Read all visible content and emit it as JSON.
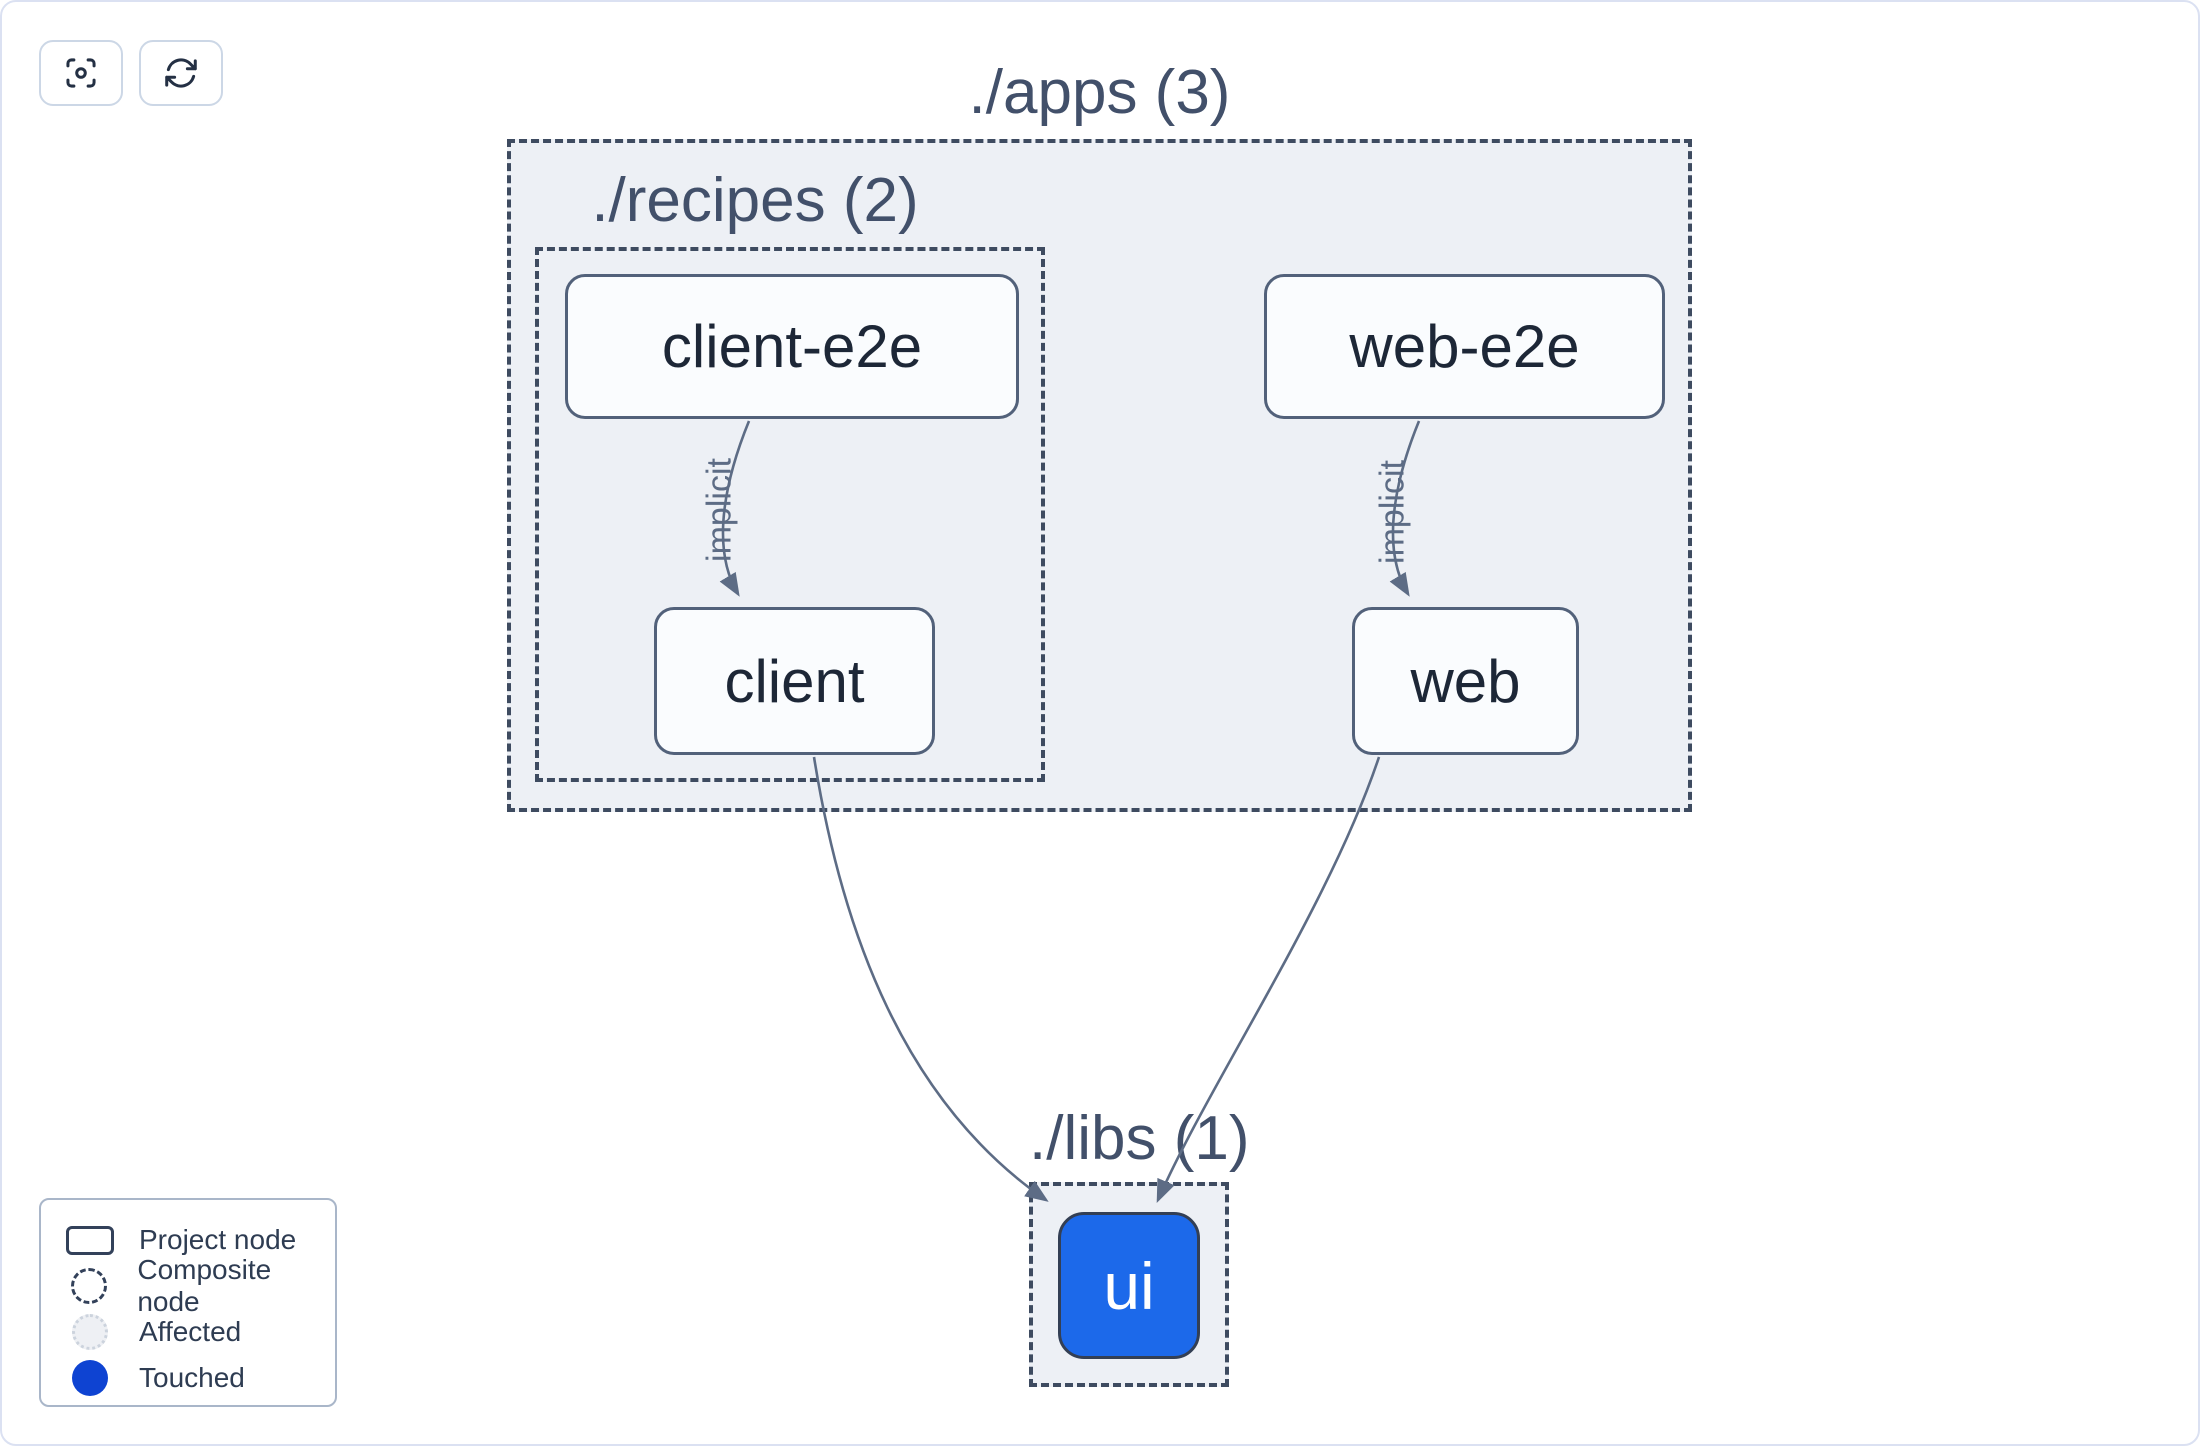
{
  "toolbar": {
    "focus_button": {
      "icon": "viewfinder-icon",
      "tooltip": ""
    },
    "refresh_button": {
      "icon": "refresh-icon",
      "tooltip": ""
    }
  },
  "graph": {
    "groups": {
      "apps": {
        "label": "./apps (3)",
        "count": 3
      },
      "recipes": {
        "label": "./recipes (2)",
        "count": 2
      },
      "libs": {
        "label": "./libs (1)",
        "count": 1
      }
    },
    "nodes": {
      "client_e2e": {
        "label": "client-e2e",
        "state": "default"
      },
      "web_e2e": {
        "label": "web-e2e",
        "state": "default"
      },
      "client": {
        "label": "client",
        "state": "default"
      },
      "web": {
        "label": "web",
        "state": "default"
      },
      "ui": {
        "label": "ui",
        "state": "touched"
      }
    },
    "edges": [
      {
        "from": "client-e2e",
        "to": "client",
        "label": "implicit",
        "type": "implicit"
      },
      {
        "from": "web-e2e",
        "to": "web",
        "label": "implicit",
        "type": "implicit"
      },
      {
        "from": "client",
        "to": "ui",
        "label": "",
        "type": "static"
      },
      {
        "from": "web",
        "to": "ui",
        "label": "",
        "type": "static"
      }
    ]
  },
  "legend": {
    "items": [
      {
        "label": "Project node",
        "swatch": "project-node-outline"
      },
      {
        "label": "Composite node",
        "swatch": "dashed-circle-outline"
      },
      {
        "label": "Affected",
        "swatch": "light-dotted-circle"
      },
      {
        "label": "Touched",
        "swatch": "solid-blue-circle"
      }
    ]
  },
  "colors": {
    "touched_legend_blue": "#0e43d2",
    "touched_node_fill": "#1c69ea",
    "composite_fill": "#edf0f5",
    "composite_border": "#3e4b60",
    "edge_slate": "#5d6c85",
    "node_fill": "#fafcfe",
    "node_border": "#52617a",
    "node_text": "#1d2737",
    "group_label_text": "#42506a",
    "canvas_border": "#dbe1f2"
  }
}
